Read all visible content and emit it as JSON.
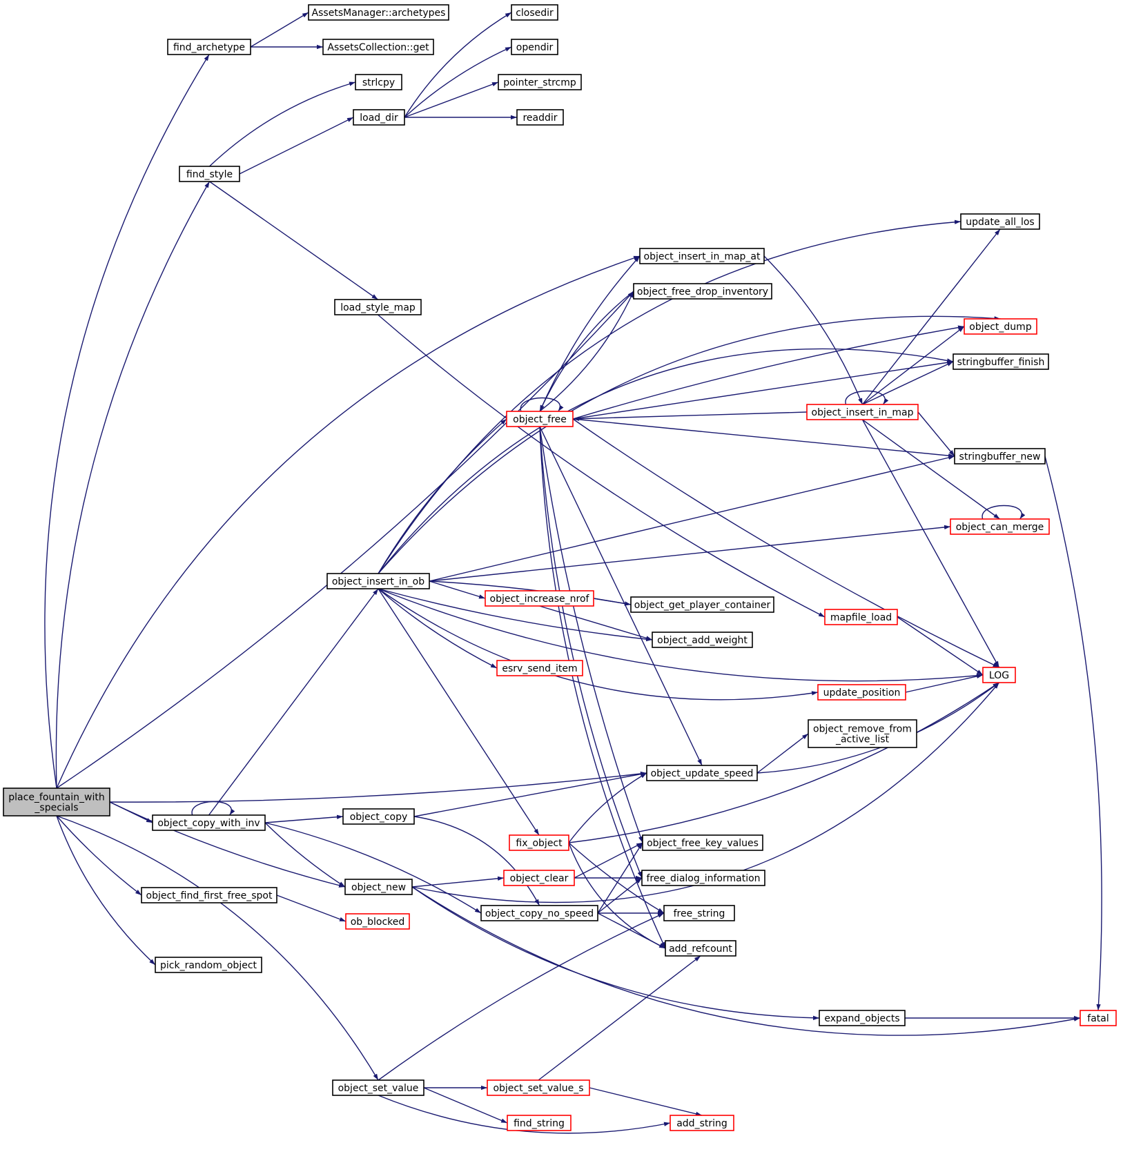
{
  "colors": {
    "edge": "#191970",
    "border_normal": "#000000",
    "border_truncated": "#ff0000",
    "root_fill": "#bfbfbf"
  },
  "nodes": {
    "place_fountain": {
      "lines": [
        "place_fountain_with",
        "_specials"
      ],
      "kind": "root"
    },
    "find_archetype": {
      "lines": [
        "find_archetype"
      ],
      "kind": "normal"
    },
    "assets_manager_archetypes": {
      "lines": [
        "AssetsManager::archetypes"
      ],
      "kind": "normal"
    },
    "assets_collection_get": {
      "lines": [
        "AssetsCollection::get"
      ],
      "kind": "normal"
    },
    "strlcpy": {
      "lines": [
        "strlcpy"
      ],
      "kind": "normal"
    },
    "closedir": {
      "lines": [
        "closedir"
      ],
      "kind": "normal"
    },
    "opendir": {
      "lines": [
        "opendir"
      ],
      "kind": "normal"
    },
    "pointer_strcmp": {
      "lines": [
        "pointer_strcmp"
      ],
      "kind": "normal"
    },
    "readdir": {
      "lines": [
        "readdir"
      ],
      "kind": "normal"
    },
    "load_dir": {
      "lines": [
        "load_dir"
      ],
      "kind": "normal"
    },
    "find_style": {
      "lines": [
        "find_style"
      ],
      "kind": "normal"
    },
    "update_all_los": {
      "lines": [
        "update_all_los"
      ],
      "kind": "normal"
    },
    "object_insert_in_map_at": {
      "lines": [
        "object_insert_in_map_at"
      ],
      "kind": "normal"
    },
    "object_free_drop_inventory": {
      "lines": [
        "object_free_drop_inventory"
      ],
      "kind": "normal"
    },
    "load_style_map": {
      "lines": [
        "load_style_map"
      ],
      "kind": "normal"
    },
    "object_dump": {
      "lines": [
        "object_dump"
      ],
      "kind": "truncated"
    },
    "stringbuffer_finish": {
      "lines": [
        "stringbuffer_finish"
      ],
      "kind": "normal"
    },
    "object_insert_in_map": {
      "lines": [
        "object_insert_in_map"
      ],
      "kind": "truncated"
    },
    "object_free": {
      "lines": [
        "object_free"
      ],
      "kind": "truncated"
    },
    "stringbuffer_new": {
      "lines": [
        "stringbuffer_new"
      ],
      "kind": "normal"
    },
    "object_can_merge": {
      "lines": [
        "object_can_merge"
      ],
      "kind": "truncated"
    },
    "object_insert_in_ob": {
      "lines": [
        "object_insert_in_ob"
      ],
      "kind": "normal"
    },
    "object_increase_nrof": {
      "lines": [
        "object_increase_nrof"
      ],
      "kind": "truncated"
    },
    "object_get_player_container": {
      "lines": [
        "object_get_player_container"
      ],
      "kind": "normal"
    },
    "mapfile_load": {
      "lines": [
        "mapfile_load"
      ],
      "kind": "truncated"
    },
    "object_add_weight": {
      "lines": [
        "object_add_weight"
      ],
      "kind": "normal"
    },
    "esrv_send_item": {
      "lines": [
        "esrv_send_item"
      ],
      "kind": "truncated"
    },
    "log": {
      "lines": [
        "LOG"
      ],
      "kind": "truncated"
    },
    "update_position": {
      "lines": [
        "update_position"
      ],
      "kind": "truncated"
    },
    "object_remove_from_active_list": {
      "lines": [
        "object_remove_from",
        "_active_list"
      ],
      "kind": "normal"
    },
    "object_update_speed": {
      "lines": [
        "object_update_speed"
      ],
      "kind": "normal"
    },
    "object_copy_with_inv": {
      "lines": [
        "object_copy_with_inv"
      ],
      "kind": "normal"
    },
    "object_copy": {
      "lines": [
        "object_copy"
      ],
      "kind": "normal"
    },
    "fix_object": {
      "lines": [
        "fix_object"
      ],
      "kind": "truncated"
    },
    "object_free_key_values": {
      "lines": [
        "object_free_key_values"
      ],
      "kind": "normal"
    },
    "object_clear": {
      "lines": [
        "object_clear"
      ],
      "kind": "truncated"
    },
    "free_dialog_information": {
      "lines": [
        "free_dialog_information"
      ],
      "kind": "normal"
    },
    "object_new": {
      "lines": [
        "object_new"
      ],
      "kind": "normal"
    },
    "object_find_first_free_spot": {
      "lines": [
        "object_find_first_free_spot"
      ],
      "kind": "normal"
    },
    "object_copy_no_speed": {
      "lines": [
        "object_copy_no_speed"
      ],
      "kind": "normal"
    },
    "free_string": {
      "lines": [
        "free_string"
      ],
      "kind": "normal"
    },
    "ob_blocked": {
      "lines": [
        "ob_blocked"
      ],
      "kind": "truncated"
    },
    "add_refcount": {
      "lines": [
        "add_refcount"
      ],
      "kind": "normal"
    },
    "pick_random_object": {
      "lines": [
        "pick_random_object"
      ],
      "kind": "normal"
    },
    "expand_objects": {
      "lines": [
        "expand_objects"
      ],
      "kind": "normal"
    },
    "fatal": {
      "lines": [
        "fatal"
      ],
      "kind": "truncated"
    },
    "object_set_value": {
      "lines": [
        "object_set_value"
      ],
      "kind": "normal"
    },
    "object_set_value_s": {
      "lines": [
        "object_set_value_s"
      ],
      "kind": "truncated"
    },
    "find_string": {
      "lines": [
        "find_string"
      ],
      "kind": "truncated"
    },
    "add_string": {
      "lines": [
        "add_string"
      ],
      "kind": "truncated"
    }
  }
}
